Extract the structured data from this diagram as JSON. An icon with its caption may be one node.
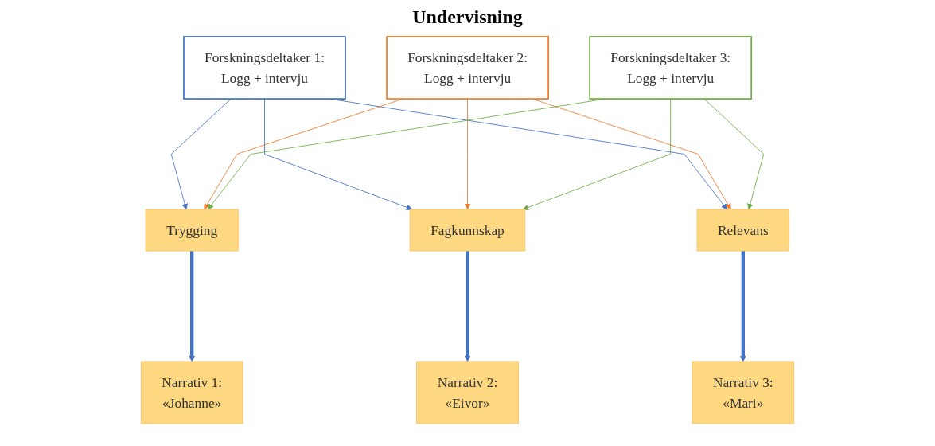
{
  "diagram": {
    "title": "Undervisning",
    "nodes": [
      {
        "text": [
          "Forskningsdeltaker 1:",
          "Logg + intervju"
        ]
      },
      {
        "text": [
          "Forskningsdeltaker 2:",
          "Logg + intervju"
        ]
      },
      {
        "text": [
          "Forskningsdeltaker 3:",
          "Logg + intervju"
        ]
      },
      {
        "text": [
          "Trygging"
        ]
      },
      {
        "text": [
          "Fagkunnskap"
        ]
      },
      {
        "text": [
          "Relevans"
        ]
      },
      {
        "text": [
          "Narrativ 1:",
          "«Johanne»"
        ]
      },
      {
        "text": [
          "Narrativ 2:",
          "«Eivor»"
        ]
      },
      {
        "text": [
          "Narrativ 3:",
          "«Mari»"
        ]
      }
    ],
    "edges": [
      {
        "from": 0,
        "to": 3,
        "arrow": "to",
        "color": "#4472c4"
      },
      {
        "from": 0,
        "to": 4,
        "arrow": "to",
        "color": "#4472c4"
      },
      {
        "from": 0,
        "to": 5,
        "arrow": "to",
        "color": "#4472c4"
      },
      {
        "from": 1,
        "to": 3,
        "arrow": "to",
        "color": "#ed7d31"
      },
      {
        "from": 1,
        "to": 4,
        "arrow": "to",
        "color": "#ed7d31"
      },
      {
        "from": 1,
        "to": 5,
        "arrow": "to",
        "color": "#ed7d31"
      },
      {
        "from": 2,
        "to": 3,
        "arrow": "to",
        "color": "#70ad47"
      },
      {
        "from": 2,
        "to": 4,
        "arrow": "to",
        "color": "#70ad47"
      },
      {
        "from": 2,
        "to": 5,
        "arrow": "to",
        "color": "#70ad47"
      },
      {
        "from": 3,
        "to": 6,
        "arrow": "to",
        "style": "thick",
        "color": "#4472c4"
      },
      {
        "from": 4,
        "to": 7,
        "arrow": "to",
        "style": "thick",
        "color": "#4472c4"
      },
      {
        "from": 5,
        "to": 8,
        "arrow": "to",
        "style": "thick",
        "color": "#4472c4"
      }
    ]
  }
}
